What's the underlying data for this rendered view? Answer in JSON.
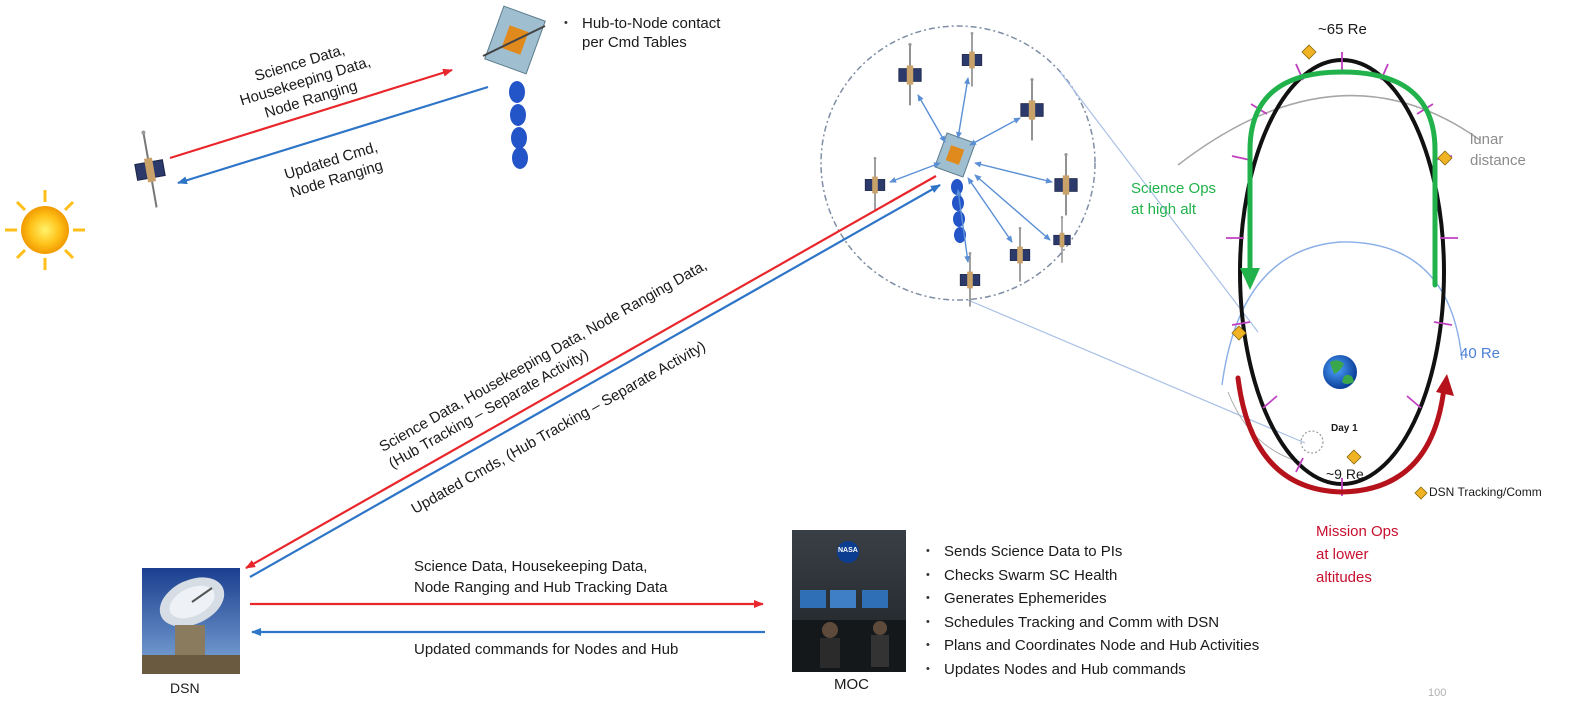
{
  "top_left": {
    "downlink_label": "Science Data,\nHousekeeping Data,\nNode Ranging",
    "uplink_label": "Updated Cmd,\nNode Ranging",
    "hub_note": "Hub-to-Node contact\nper Cmd Tables"
  },
  "center": {
    "downlink_label": "Science Data, Housekeeping Data, Node Ranging Data,\n(Hub Tracking – Separate Activity)",
    "uplink_label": "Updated Cmds, (Hub Tracking – Separate Activity)"
  },
  "ground": {
    "dsn_label": "DSN",
    "moc_label": "MOC",
    "downlink_label": "Science Data, Housekeeping Data,\nNode Ranging and Hub Tracking Data",
    "uplink_label": "Updated commands for Nodes and Hub",
    "moc_tasks": [
      "Sends Science Data to PIs",
      "Checks Swarm SC Health",
      "Generates Ephemerides",
      "Schedules Tracking and Comm with DSN",
      "Plans and Coordinates Node and Hub Activities",
      "Updates Nodes and Hub commands"
    ],
    "moc_logo_text": "NASA"
  },
  "orbit": {
    "apogee_label": "~65 Re",
    "perigee_label": "~9 Re",
    "radius_label": "40 Re",
    "lunar_label": "lunar\ndistance",
    "day_label": "Day 1",
    "science_ops": "Science Ops\nat high alt",
    "mission_ops": "Mission Ops\nat lower\naltitudes",
    "legend_label": "DSN Tracking/Comm",
    "colors": {
      "science": "#22b24c",
      "mission": "#b5121b",
      "ellipse": "#111111",
      "ticks": "#c040c0",
      "diamond": "#f0b323",
      "radius": "#7b9ee0"
    }
  },
  "page_number": "100",
  "arrow_colors": {
    "down": "#e8262b",
    "up": "#2e75c8"
  }
}
